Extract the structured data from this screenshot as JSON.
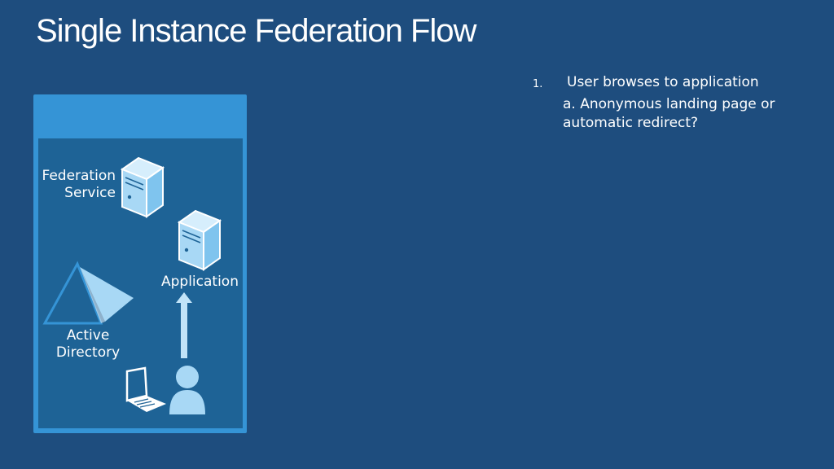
{
  "slide": {
    "title": "Single Instance Federation Flow"
  },
  "notes": {
    "step_number": "1.",
    "step_text": "User browses to application",
    "sub_text": "a. Anonymous landing page or automatic redirect?"
  },
  "diagram": {
    "federation_label_line1": "Federation",
    "federation_label_line2": "Service",
    "application_label": "Application",
    "ad_label_line1": "Active",
    "ad_label_line2": "Directory",
    "icons": [
      "server-icon",
      "server-icon",
      "active-directory-icon",
      "arrow-up-icon",
      "laptop-icon",
      "user-icon"
    ]
  },
  "colors": {
    "background": "#1e4d7e",
    "panel": "#3594d6",
    "panel_inner": "#1e6396",
    "icon_fill": "#a8d8f5"
  }
}
